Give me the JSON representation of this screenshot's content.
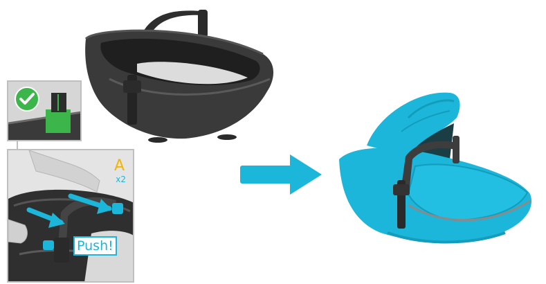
{
  "steps": {
    "label_a": "A",
    "label_multiplier": "x2",
    "push_label": "Push!"
  },
  "colors": {
    "accent": "#1bb6d9",
    "label_a": "#f5b400",
    "check": "#3cb54a",
    "frame": "#bfbfbf",
    "carrycot_dark": "#3a3a3a"
  },
  "icons": {
    "check": "check-circle-icon",
    "arrow": "right-arrow-icon"
  }
}
